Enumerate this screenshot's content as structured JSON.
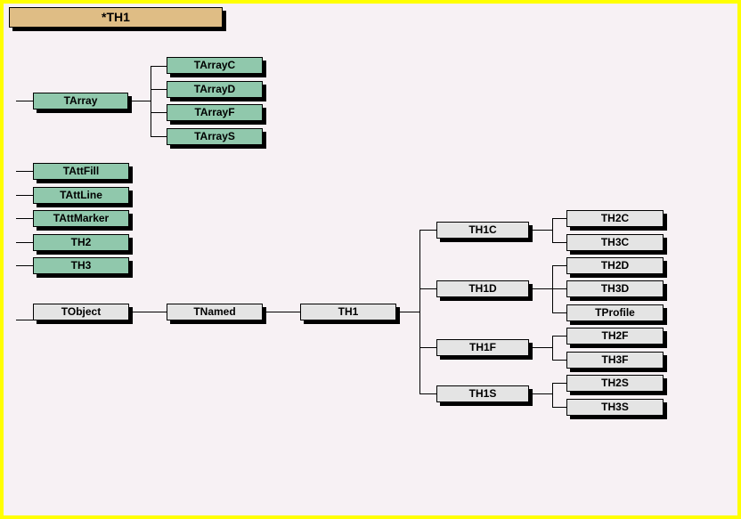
{
  "window": {
    "title": "*TH1",
    "background_color": "#F7F1F4",
    "border_color": "#FFFF00",
    "titlebar_color": "#DFBD85"
  },
  "diagram": {
    "type": "class-inheritance-tree",
    "colors": {
      "base_class_box": "#90C8AC",
      "derived_class_box": "#E4E4E4",
      "line": "#000000",
      "shadow": "#000000"
    },
    "base_classes_group_array": {
      "parent": {
        "label": "TArray",
        "style": "teal"
      },
      "children": [
        {
          "label": "TArrayC",
          "style": "teal"
        },
        {
          "label": "TArrayD",
          "style": "teal"
        },
        {
          "label": "TArrayF",
          "style": "teal"
        },
        {
          "label": "TArrayS",
          "style": "teal"
        }
      ]
    },
    "base_classes_standalone": [
      {
        "label": "TAttFill",
        "style": "teal"
      },
      {
        "label": "TAttLine",
        "style": "teal"
      },
      {
        "label": "TAttMarker",
        "style": "teal"
      },
      {
        "label": "TH2",
        "style": "teal"
      },
      {
        "label": "TH3",
        "style": "teal"
      }
    ],
    "main_chain": [
      {
        "label": "TObject",
        "style": "grey"
      },
      {
        "label": "TNamed",
        "style": "grey"
      },
      {
        "label": "TH1",
        "style": "grey"
      }
    ],
    "th1_subclasses": [
      {
        "label": "TH1C",
        "style": "grey",
        "children": [
          {
            "label": "TH2C",
            "style": "grey"
          },
          {
            "label": "TH3C",
            "style": "grey"
          }
        ]
      },
      {
        "label": "TH1D",
        "style": "grey",
        "children": [
          {
            "label": "TH2D",
            "style": "grey"
          },
          {
            "label": "TH3D",
            "style": "grey"
          },
          {
            "label": "TProfile",
            "style": "grey"
          }
        ]
      },
      {
        "label": "TH1F",
        "style": "grey",
        "children": [
          {
            "label": "TH2F",
            "style": "grey"
          },
          {
            "label": "TH3F",
            "style": "grey"
          }
        ]
      },
      {
        "label": "TH1S",
        "style": "grey",
        "children": [
          {
            "label": "TH2S",
            "style": "grey"
          },
          {
            "label": "TH3S",
            "style": "grey"
          }
        ]
      }
    ]
  }
}
